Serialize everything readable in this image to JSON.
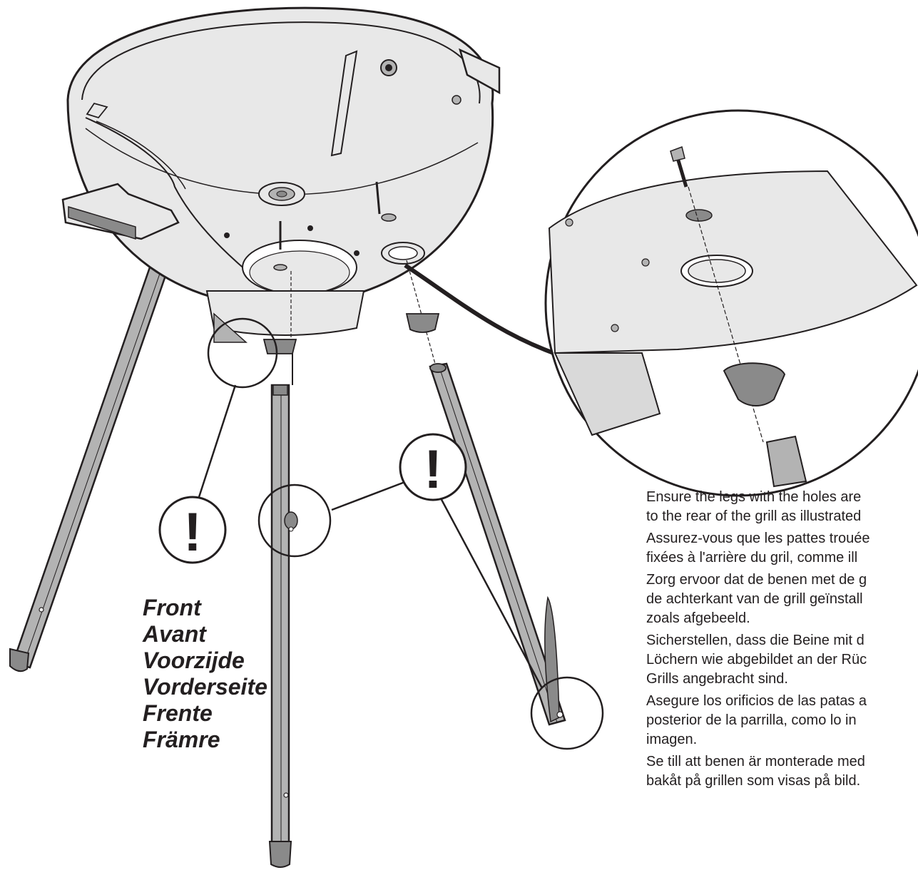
{
  "front_labels": {
    "en": "Front",
    "fr": "Avant",
    "nl": "Voorzijde",
    "de": "Vorderseite",
    "es": "Frente",
    "sv": "Främre"
  },
  "instructions": {
    "en": "Ensure the legs with the holes are\nto the rear of the grill as illustrated",
    "fr": "Assurez-vous que les pattes trouée\nfixées à l'arrière du gril, comme ill",
    "nl": "Zorg ervoor dat de benen met de g\nde achterkant van de grill geïnstall\nzoals afgebeeld.",
    "de": "Sicherstellen, dass die Beine mit d\nLöchern wie abgebildet an der Rüc\nGrills angebracht sind.",
    "es": "Asegure los orificios de las patas a\nposterior de la parrilla, como lo in\nimagen.",
    "sv": "Se till att benen är monterade med\nbakåt på grillen som visas på bild."
  },
  "warning_symbol": "!",
  "colors": {
    "line": "#231f20",
    "fill_light": "#e8e8e8",
    "fill_mid": "#b3b3b3",
    "fill_dark": "#8a8a8a",
    "background": "#ffffff"
  }
}
